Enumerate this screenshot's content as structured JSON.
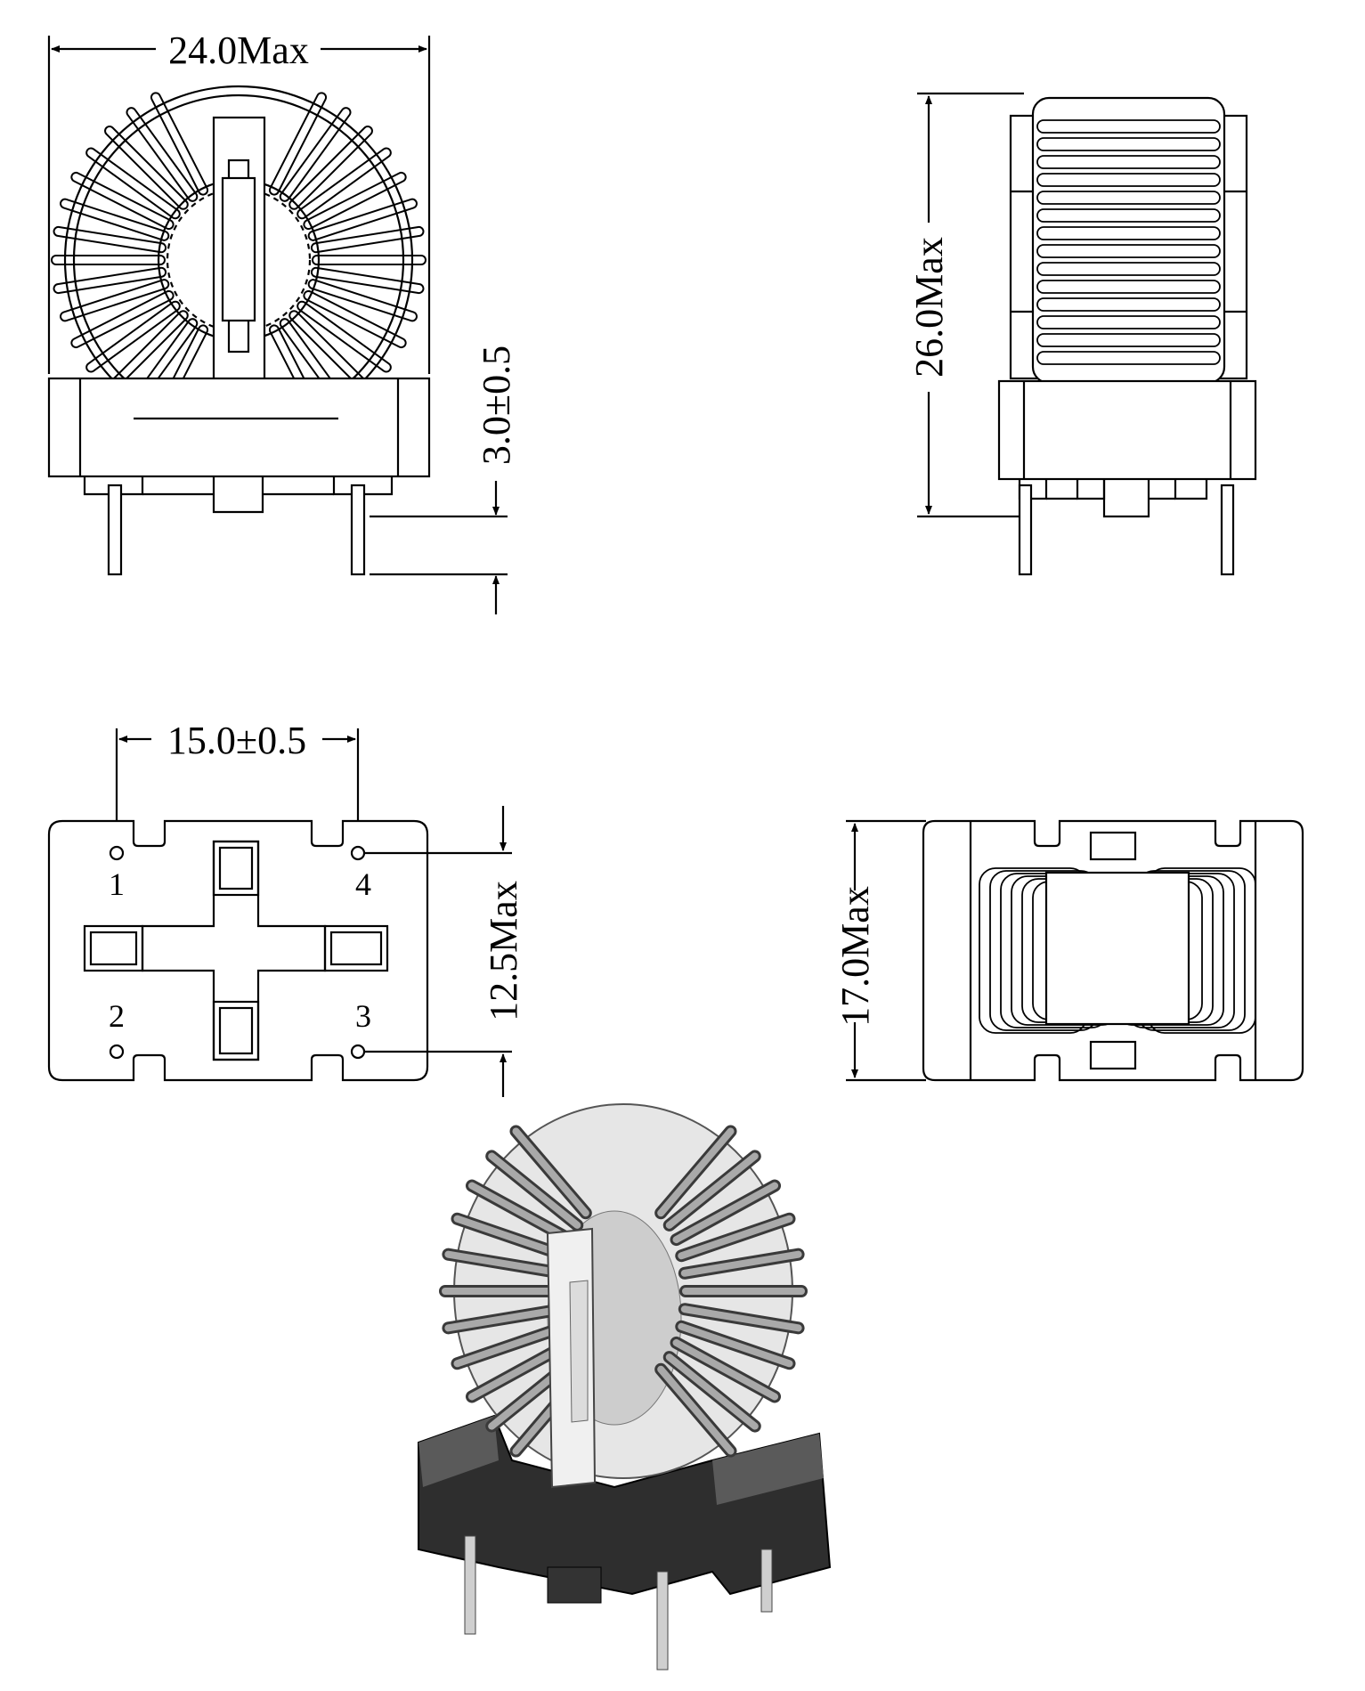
{
  "dimensions": {
    "width_max": "24.0Max",
    "height_max": "26.0Max",
    "pin_length": "3.0±0.5",
    "pin_spacing": "15.0±0.5",
    "pin_row_spacing": "12.5Max",
    "depth_max": "17.0Max"
  },
  "pins": [
    "1",
    "4",
    "2",
    "3"
  ]
}
